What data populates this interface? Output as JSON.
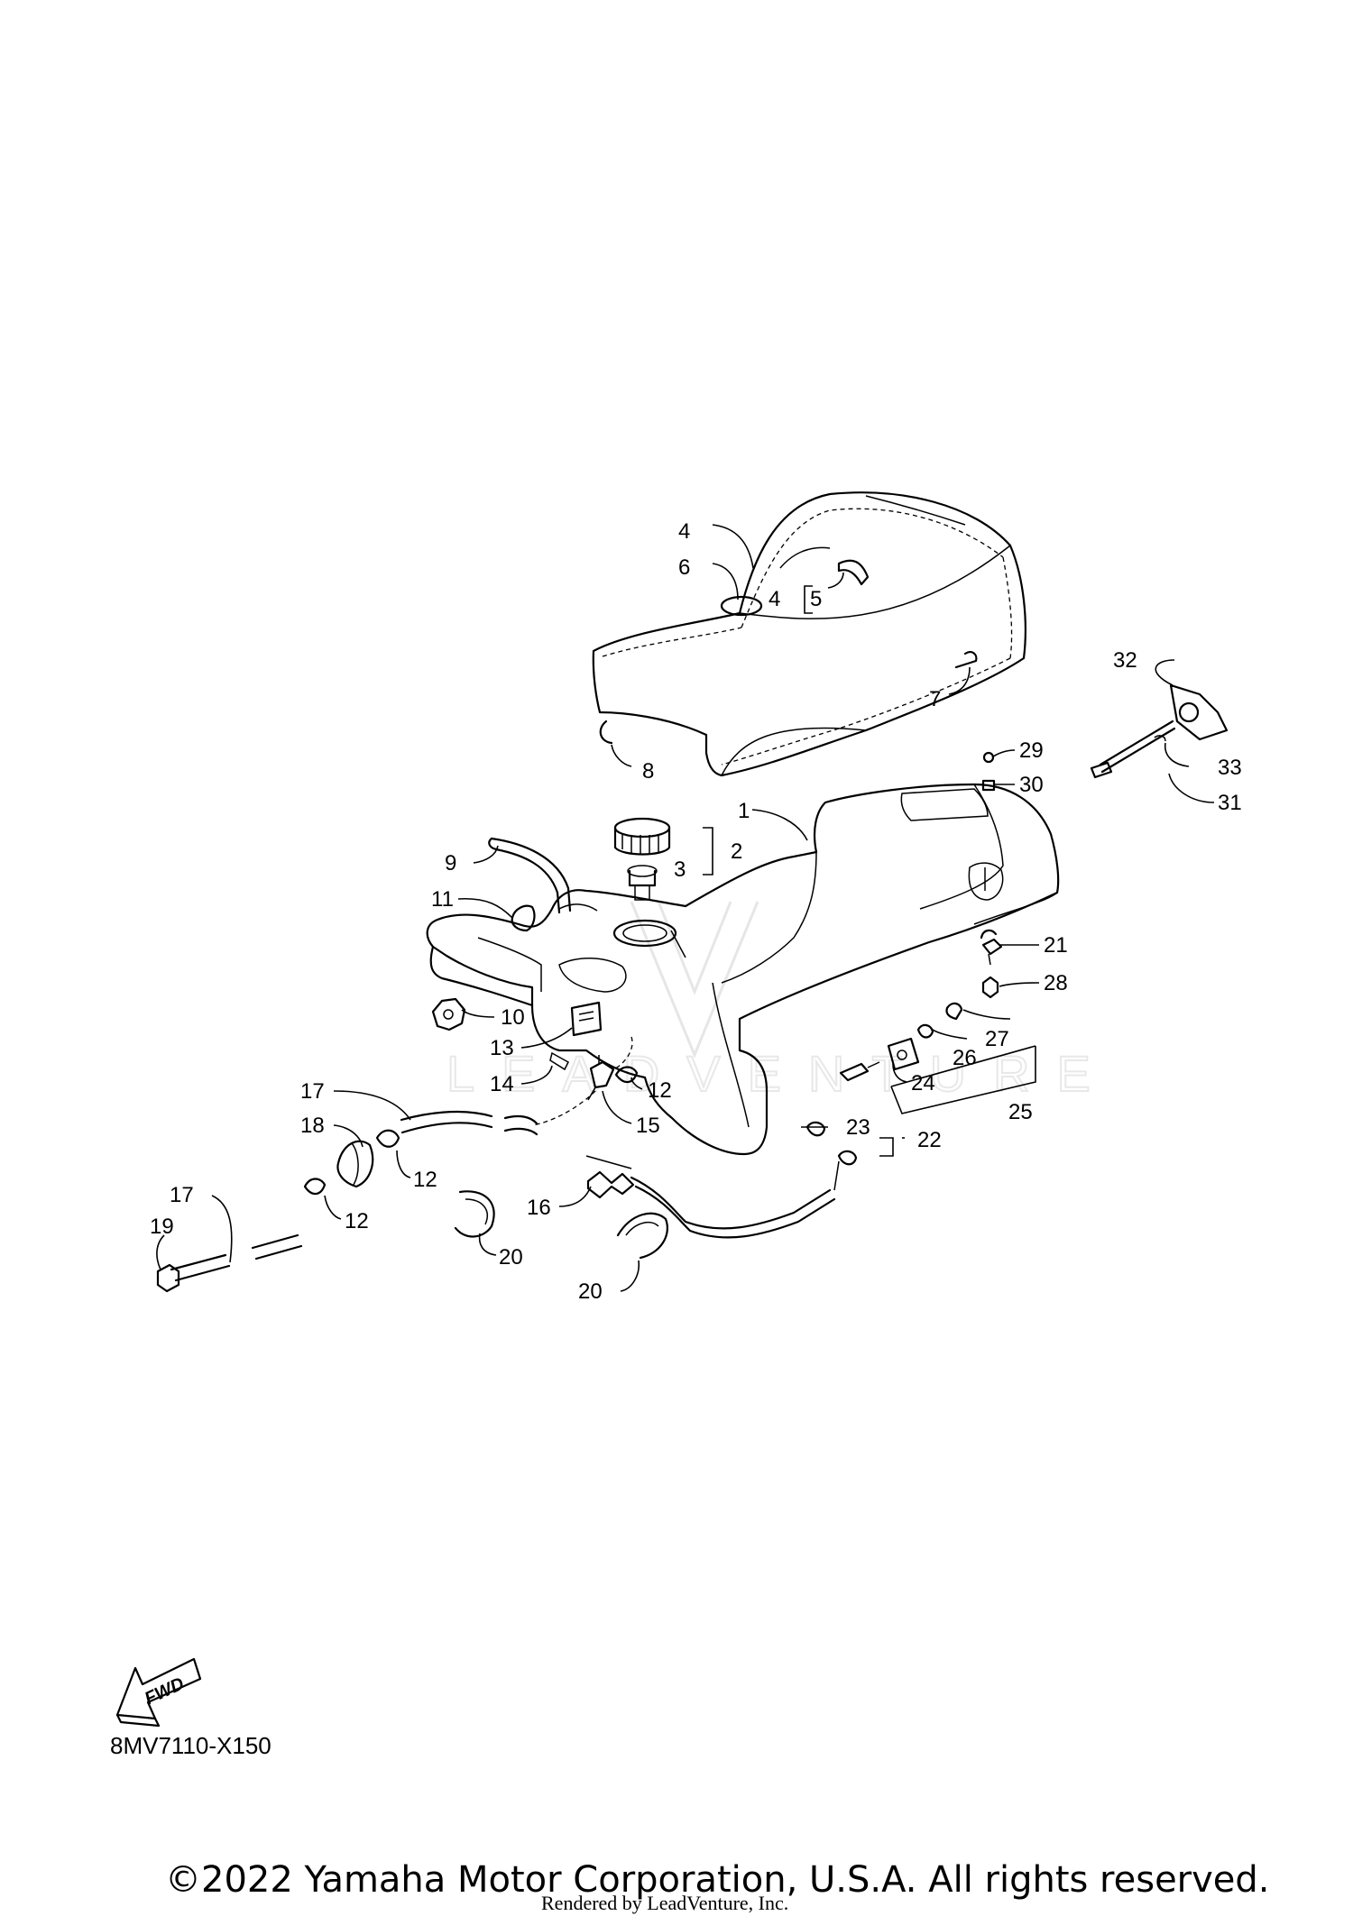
{
  "diagram": {
    "code": "8MV7110-X150",
    "fwd_label": "FWD",
    "watermark_text": "LEADVENTURE",
    "copyright": "©2022 Yamaha Motor Corporation, U.S.A. All rights reserved.",
    "rendered_by": "Rendered by LeadVenture, Inc.",
    "callouts": [
      {
        "id": "c1",
        "label": "1"
      },
      {
        "id": "c2",
        "label": "2"
      },
      {
        "id": "c3",
        "label": "3"
      },
      {
        "id": "c4a",
        "label": "4"
      },
      {
        "id": "c4b",
        "label": "4"
      },
      {
        "id": "c5",
        "label": "5"
      },
      {
        "id": "c6",
        "label": "6"
      },
      {
        "id": "c7",
        "label": "7"
      },
      {
        "id": "c8",
        "label": "8"
      },
      {
        "id": "c9",
        "label": "9"
      },
      {
        "id": "c10",
        "label": "10"
      },
      {
        "id": "c11",
        "label": "11"
      },
      {
        "id": "c12a",
        "label": "12"
      },
      {
        "id": "c12b",
        "label": "12"
      },
      {
        "id": "c12c",
        "label": "12"
      },
      {
        "id": "c13",
        "label": "13"
      },
      {
        "id": "c14",
        "label": "14"
      },
      {
        "id": "c15",
        "label": "15"
      },
      {
        "id": "c16",
        "label": "16"
      },
      {
        "id": "c17a",
        "label": "17"
      },
      {
        "id": "c17b",
        "label": "17"
      },
      {
        "id": "c18",
        "label": "18"
      },
      {
        "id": "c19",
        "label": "19"
      },
      {
        "id": "c20a",
        "label": "20"
      },
      {
        "id": "c20b",
        "label": "20"
      },
      {
        "id": "c21",
        "label": "21"
      },
      {
        "id": "c22",
        "label": "22"
      },
      {
        "id": "c23",
        "label": "23"
      },
      {
        "id": "c24",
        "label": "24"
      },
      {
        "id": "c25",
        "label": "25"
      },
      {
        "id": "c26",
        "label": "26"
      },
      {
        "id": "c27",
        "label": "27"
      },
      {
        "id": "c28",
        "label": "28"
      },
      {
        "id": "c29",
        "label": "29"
      },
      {
        "id": "c30",
        "label": "30"
      },
      {
        "id": "c31",
        "label": "31"
      },
      {
        "id": "c32",
        "label": "32"
      },
      {
        "id": "c33",
        "label": "33"
      }
    ]
  }
}
